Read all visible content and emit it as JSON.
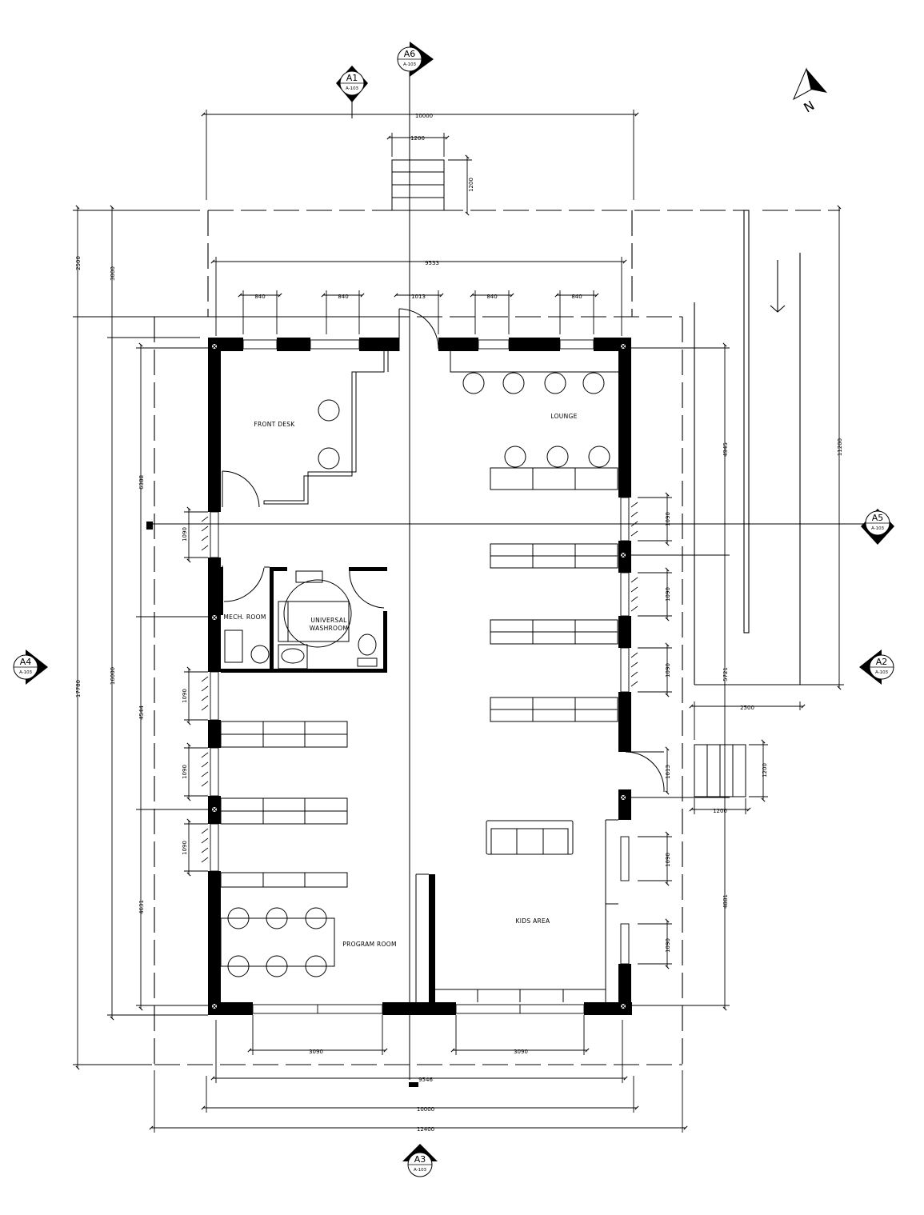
{
  "dimensions": {
    "top_overall": "10000",
    "top_stair_width": "1200",
    "top_stair_depth": "1200",
    "top_inner": "9533",
    "window_1": "840",
    "window_2": "840",
    "entry_door": "1013",
    "window_3": "840",
    "window_4": "840",
    "left_2500": "2500",
    "left_3000": "3000",
    "left_6388": "6388",
    "left_16000": "16000",
    "left_17780": "17780",
    "left_4544": "4544",
    "left_4631": "4631",
    "left_win_1": "1090",
    "left_win_2": "1090",
    "left_win_3": "1090",
    "left_win_4": "1090",
    "right_win_1": "1090",
    "right_win_2": "1090",
    "right_win_3": "1090",
    "right_win_4": "1090",
    "right_win_5": "1090",
    "right_door": "1013",
    "right_4945": "4945",
    "right_5721": "5721",
    "right_4881": "4881",
    "right_11200": "11200",
    "ramp_width": "2500",
    "side_stair_1200a": "1200",
    "side_stair_1200b": "1200",
    "bottom_win_left": "3090",
    "bottom_win_right": "3090",
    "bottom_9546": "9546",
    "bottom_10000": "10000",
    "bottom_12400": "12400"
  },
  "rooms": {
    "front_desk": "FRONT DESK",
    "lounge": "LOUNGE",
    "mech_room": "MECH. ROOM",
    "washroom_line1": "UNIVERSAL",
    "washroom_line2": "WASHROOM",
    "program_room": "PROGRAM ROOM",
    "kids_area": "KIDS AREA"
  },
  "section_markers": {
    "a1": {
      "id": "A1",
      "sheet": "A-103"
    },
    "a6": {
      "id": "A6",
      "sheet": "A-103"
    },
    "a5": {
      "id": "A5",
      "sheet": "A-103"
    },
    "a4": {
      "id": "A4",
      "sheet": "A-103"
    },
    "a2": {
      "id": "A2",
      "sheet": "A-103"
    },
    "a3": {
      "id": "A3",
      "sheet": "A-103"
    }
  },
  "north_label": "N"
}
